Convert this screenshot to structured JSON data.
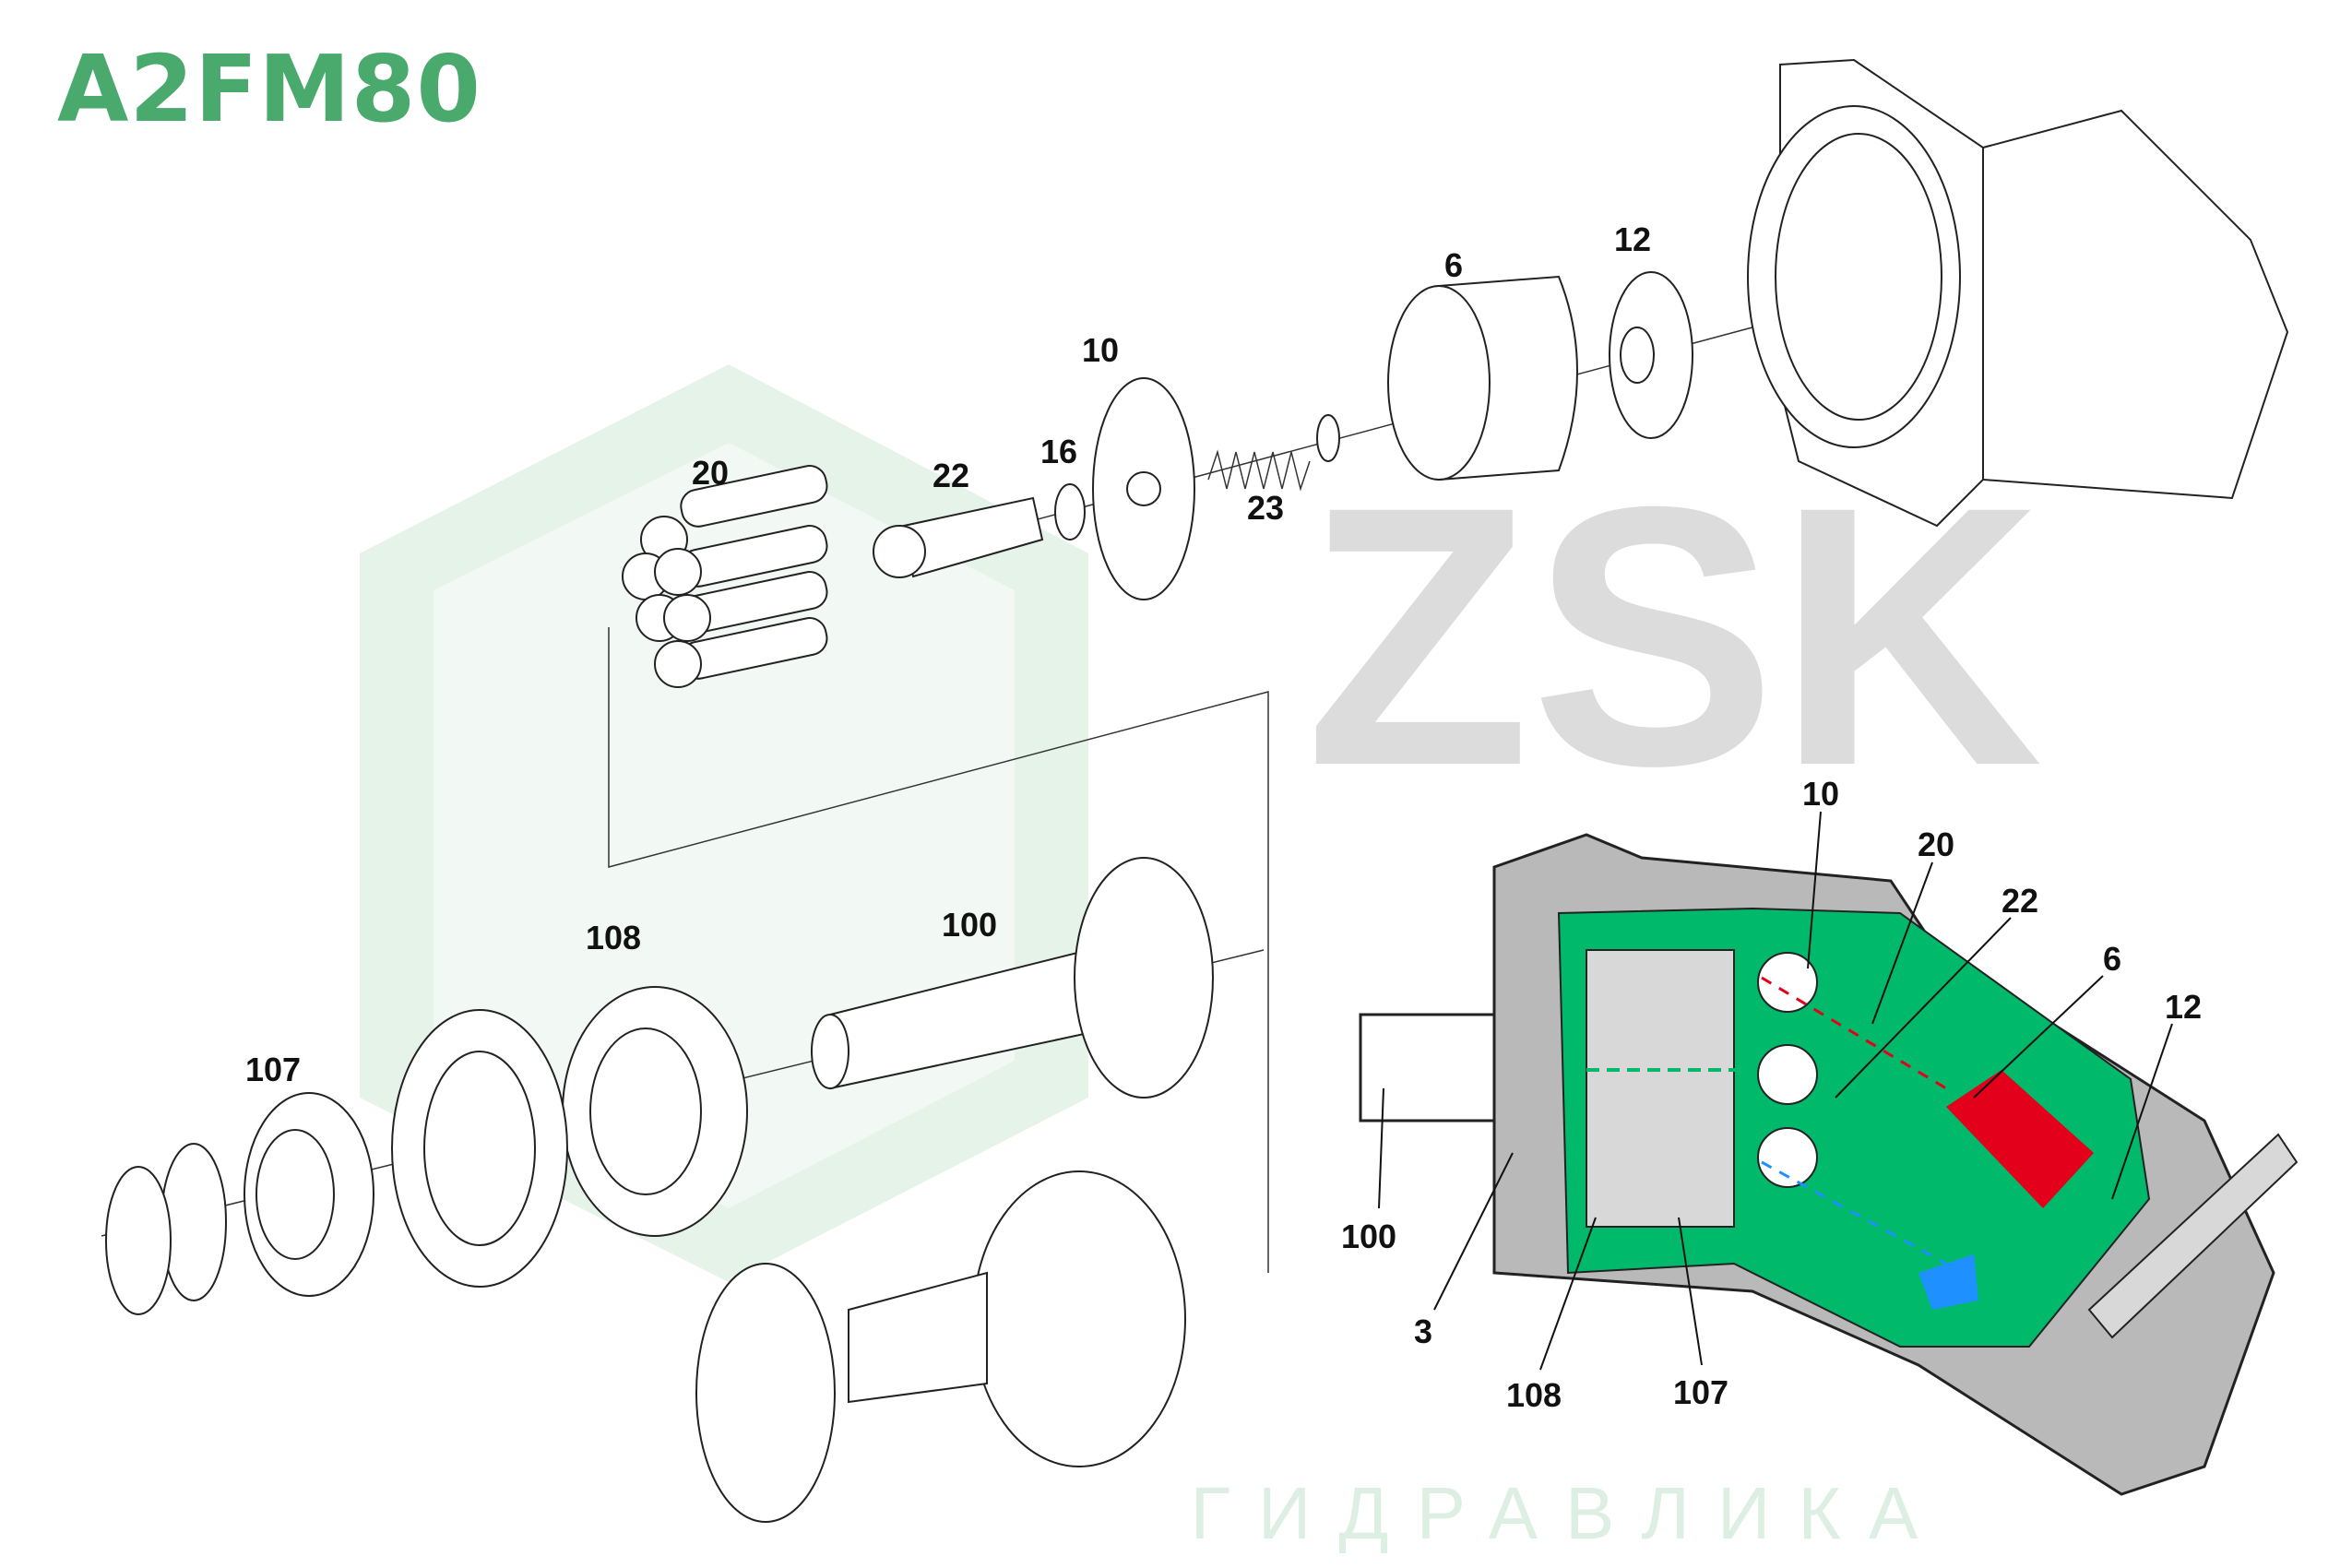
{
  "title": "A2FM80",
  "watermark": {
    "brand": "ZSK",
    "subtitle": "ГИДРАВЛИКА"
  },
  "colors": {
    "title": "#4aa96c",
    "section_green": "#00b96b",
    "section_gray": "#b9b9b9",
    "piston_red": "#e2001a",
    "port_blue": "#1e90ff",
    "watermark_gray": "#d9d9d9",
    "watermark_green": "#dcefe2"
  },
  "exploded_labels": [
    "20",
    "22",
    "16",
    "10",
    "23",
    "6",
    "12",
    "108",
    "100",
    "107"
  ],
  "section_labels": [
    "10",
    "20",
    "22",
    "6",
    "12",
    "100",
    "3",
    "108",
    "107"
  ]
}
